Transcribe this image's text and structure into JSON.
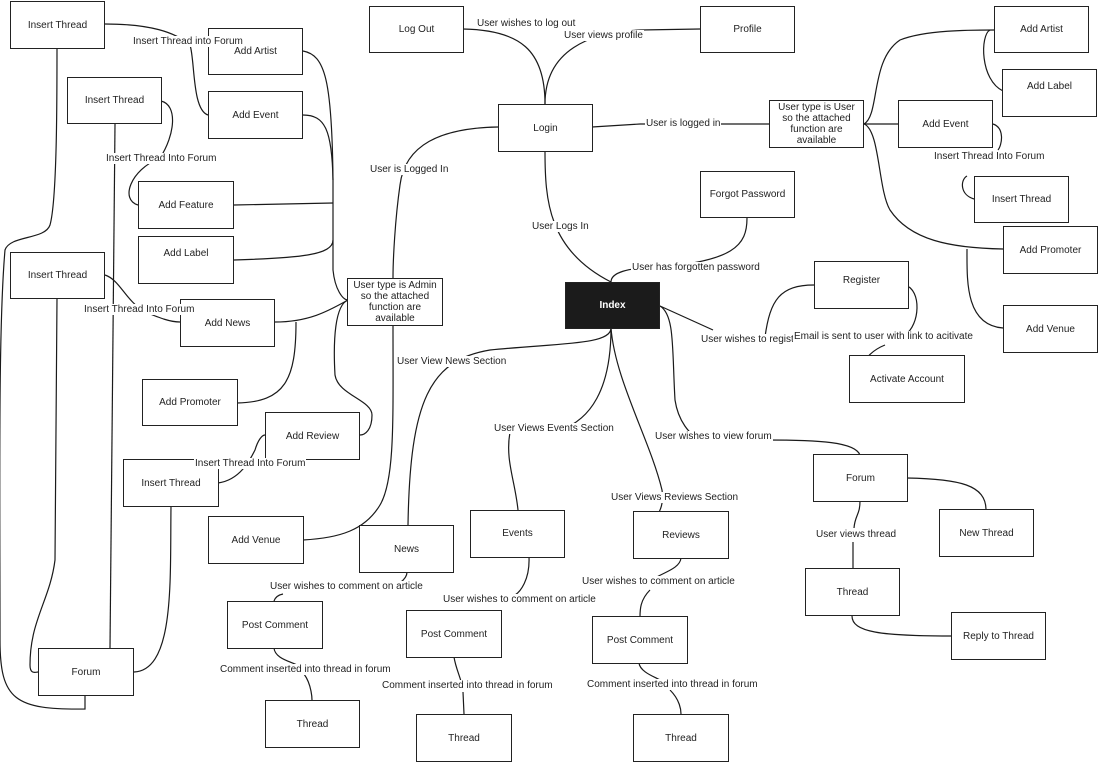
{
  "diagram": {
    "type": "site navigation flow diagram",
    "nodes": {
      "index": "Index",
      "login": "Login",
      "logout": "Log Out",
      "profile": "Profile",
      "forgot_password": "Forgot Password",
      "register": "Register",
      "activate_account": "Activate Account",
      "user_type_user": "User type is User so the attached function are available",
      "user_type_admin": "User type is Admin so the attached function are available",
      "user_add_artist": "Add Artist",
      "user_add_label": "Add Label",
      "user_add_event": "Add Event",
      "user_insert_thread": "Insert Thread",
      "user_add_promoter": "Add Promoter",
      "user_add_venue": "Add Venue",
      "admin_add_artist": "Add Artist",
      "admin_add_event": "Add Event",
      "admin_add_feature": "Add Feature",
      "admin_add_label": "Add Label",
      "admin_add_news": "Add News",
      "admin_add_promoter": "Add Promoter",
      "admin_add_review": "Add Review",
      "admin_add_venue": "Add Venue",
      "admin_insert_thread_1": "Insert Thread",
      "admin_insert_thread_2": "Insert Thread",
      "admin_insert_thread_3": "Insert Thread",
      "admin_insert_thread_4": "Insert Thread",
      "admin_forum": "Forum",
      "news": "News",
      "events": "Events",
      "reviews": "Reviews",
      "news_post_comment": "Post Comment",
      "events_post_comment": "Post Comment",
      "reviews_post_comment": "Post Comment",
      "news_thread": "Thread",
      "events_thread": "Thread",
      "reviews_thread": "Thread",
      "forum": "Forum",
      "new_thread": "New Thread",
      "forum_thread": "Thread",
      "reply_thread": "Reply to  Thread"
    },
    "edge_labels": {
      "logout": "User wishes to log out",
      "profile": "User views profile",
      "logged_in_user": "User is logged in",
      "logged_in_admin": "User is Logged In",
      "logs_in": "User Logs In",
      "forgot": "User has forgotten password",
      "register": "User wishes to register",
      "activate": "Email is sent to user with link to acitivate",
      "news_section": "User View News Section",
      "events_section": "User Views Events Section",
      "reviews_section": "User Views Reviews Section",
      "view_forum": "User wishes to view forum",
      "view_thread": "User views thread",
      "news_comment": "User wishes to comment on article",
      "events_comment": "User wishes to comment on article",
      "reviews_comment": "User wishes to comment on article",
      "news_insert": "Comment inserted into thread in forum",
      "events_insert": "Comment inserted into thread in forum",
      "reviews_insert": "Comment inserted into thread in forum",
      "user_event_thread": "Insert Thread Into Forum",
      "admin_artist_thread": "Insert Thread into Forum",
      "admin_feature_thread": "Insert Thread Into Forum",
      "admin_news_thread": "Insert Thread Into Forum",
      "admin_review_thread": "Insert Thread Into Forum"
    }
  }
}
